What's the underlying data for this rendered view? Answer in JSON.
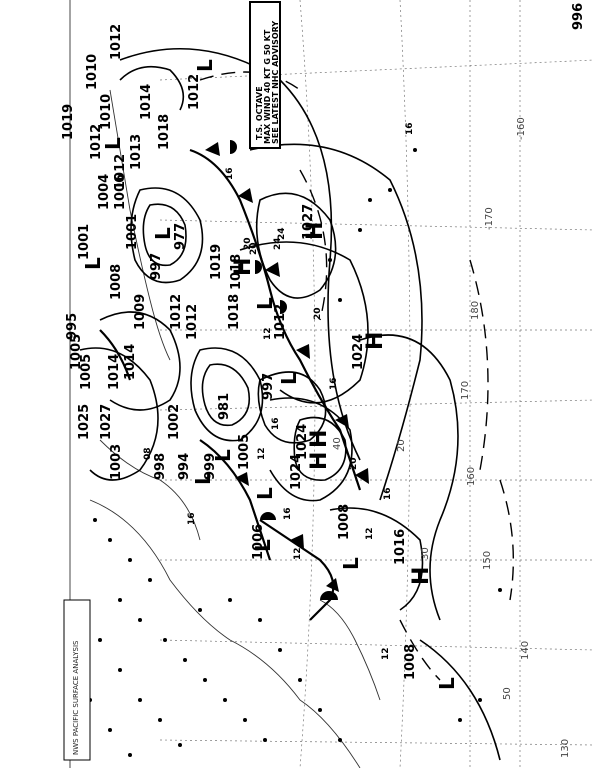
{
  "advisory": {
    "line1": "T.S. OCTAVE",
    "line2": "MAX WIND 40 KT G 50 KT",
    "line3": "SEE LATEST NHC ADVISORY"
  },
  "footer_text": "NWS PACIFIC SURFACE ANALYSIS",
  "isobar_labels": [
    "1019",
    "1012",
    "1010",
    "1010",
    "1012",
    "1012",
    "1014",
    "1018",
    "1018",
    "1013",
    "1006",
    "1004",
    "1001",
    "1001",
    "1009",
    "1008",
    "1012",
    "997",
    "977",
    "1014",
    "1012",
    "1019",
    "1018",
    "1012",
    "1005",
    "995",
    "1005",
    "1014",
    "1027",
    "1025",
    "1003",
    "998",
    "994",
    "1002",
    "981",
    "999",
    "997",
    "1005",
    "1024",
    "1024",
    "1024",
    "1027",
    "1016",
    "1008",
    "1006",
    "1008",
    "996",
    "1012"
  ],
  "high_labels": [
    "1027",
    "1024",
    "1024",
    "1024",
    "1016"
  ],
  "low_labels": [
    "1012",
    "977",
    "997",
    "981",
    "999",
    "1005",
    "1012",
    "1008",
    "1006",
    "1008",
    "998"
  ],
  "grid_labels": [
    "-160",
    "-170",
    "180",
    "170",
    "160",
    "150",
    "140",
    "130",
    "20",
    "30",
    "40",
    "50"
  ],
  "symbols": {
    "high": "H",
    "low": "L"
  },
  "wind_speeds": [
    "16",
    "20",
    "24",
    "16",
    "20",
    "12",
    "16",
    "16",
    "16",
    "12",
    "12",
    "08",
    "20",
    "20",
    "16",
    "16",
    "12",
    "12",
    "24"
  ]
}
